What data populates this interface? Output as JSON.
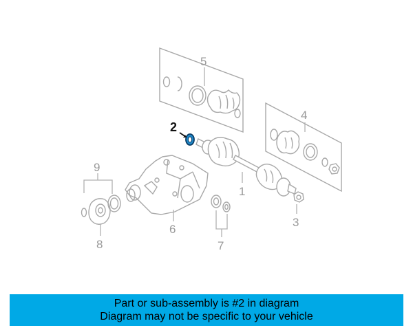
{
  "diagram": {
    "callouts": [
      "1",
      "2",
      "3",
      "4",
      "5",
      "6",
      "7",
      "8",
      "9"
    ],
    "highlighted_callout": "2",
    "colors": {
      "line_art": "#a8a8a8",
      "highlight": "#1e88c8",
      "banner": "#00a9e6"
    }
  },
  "banner": {
    "line1": "Part or sub-assembly is #2 in diagram",
    "line2": "Diagram may not be specific to your vehicle"
  }
}
